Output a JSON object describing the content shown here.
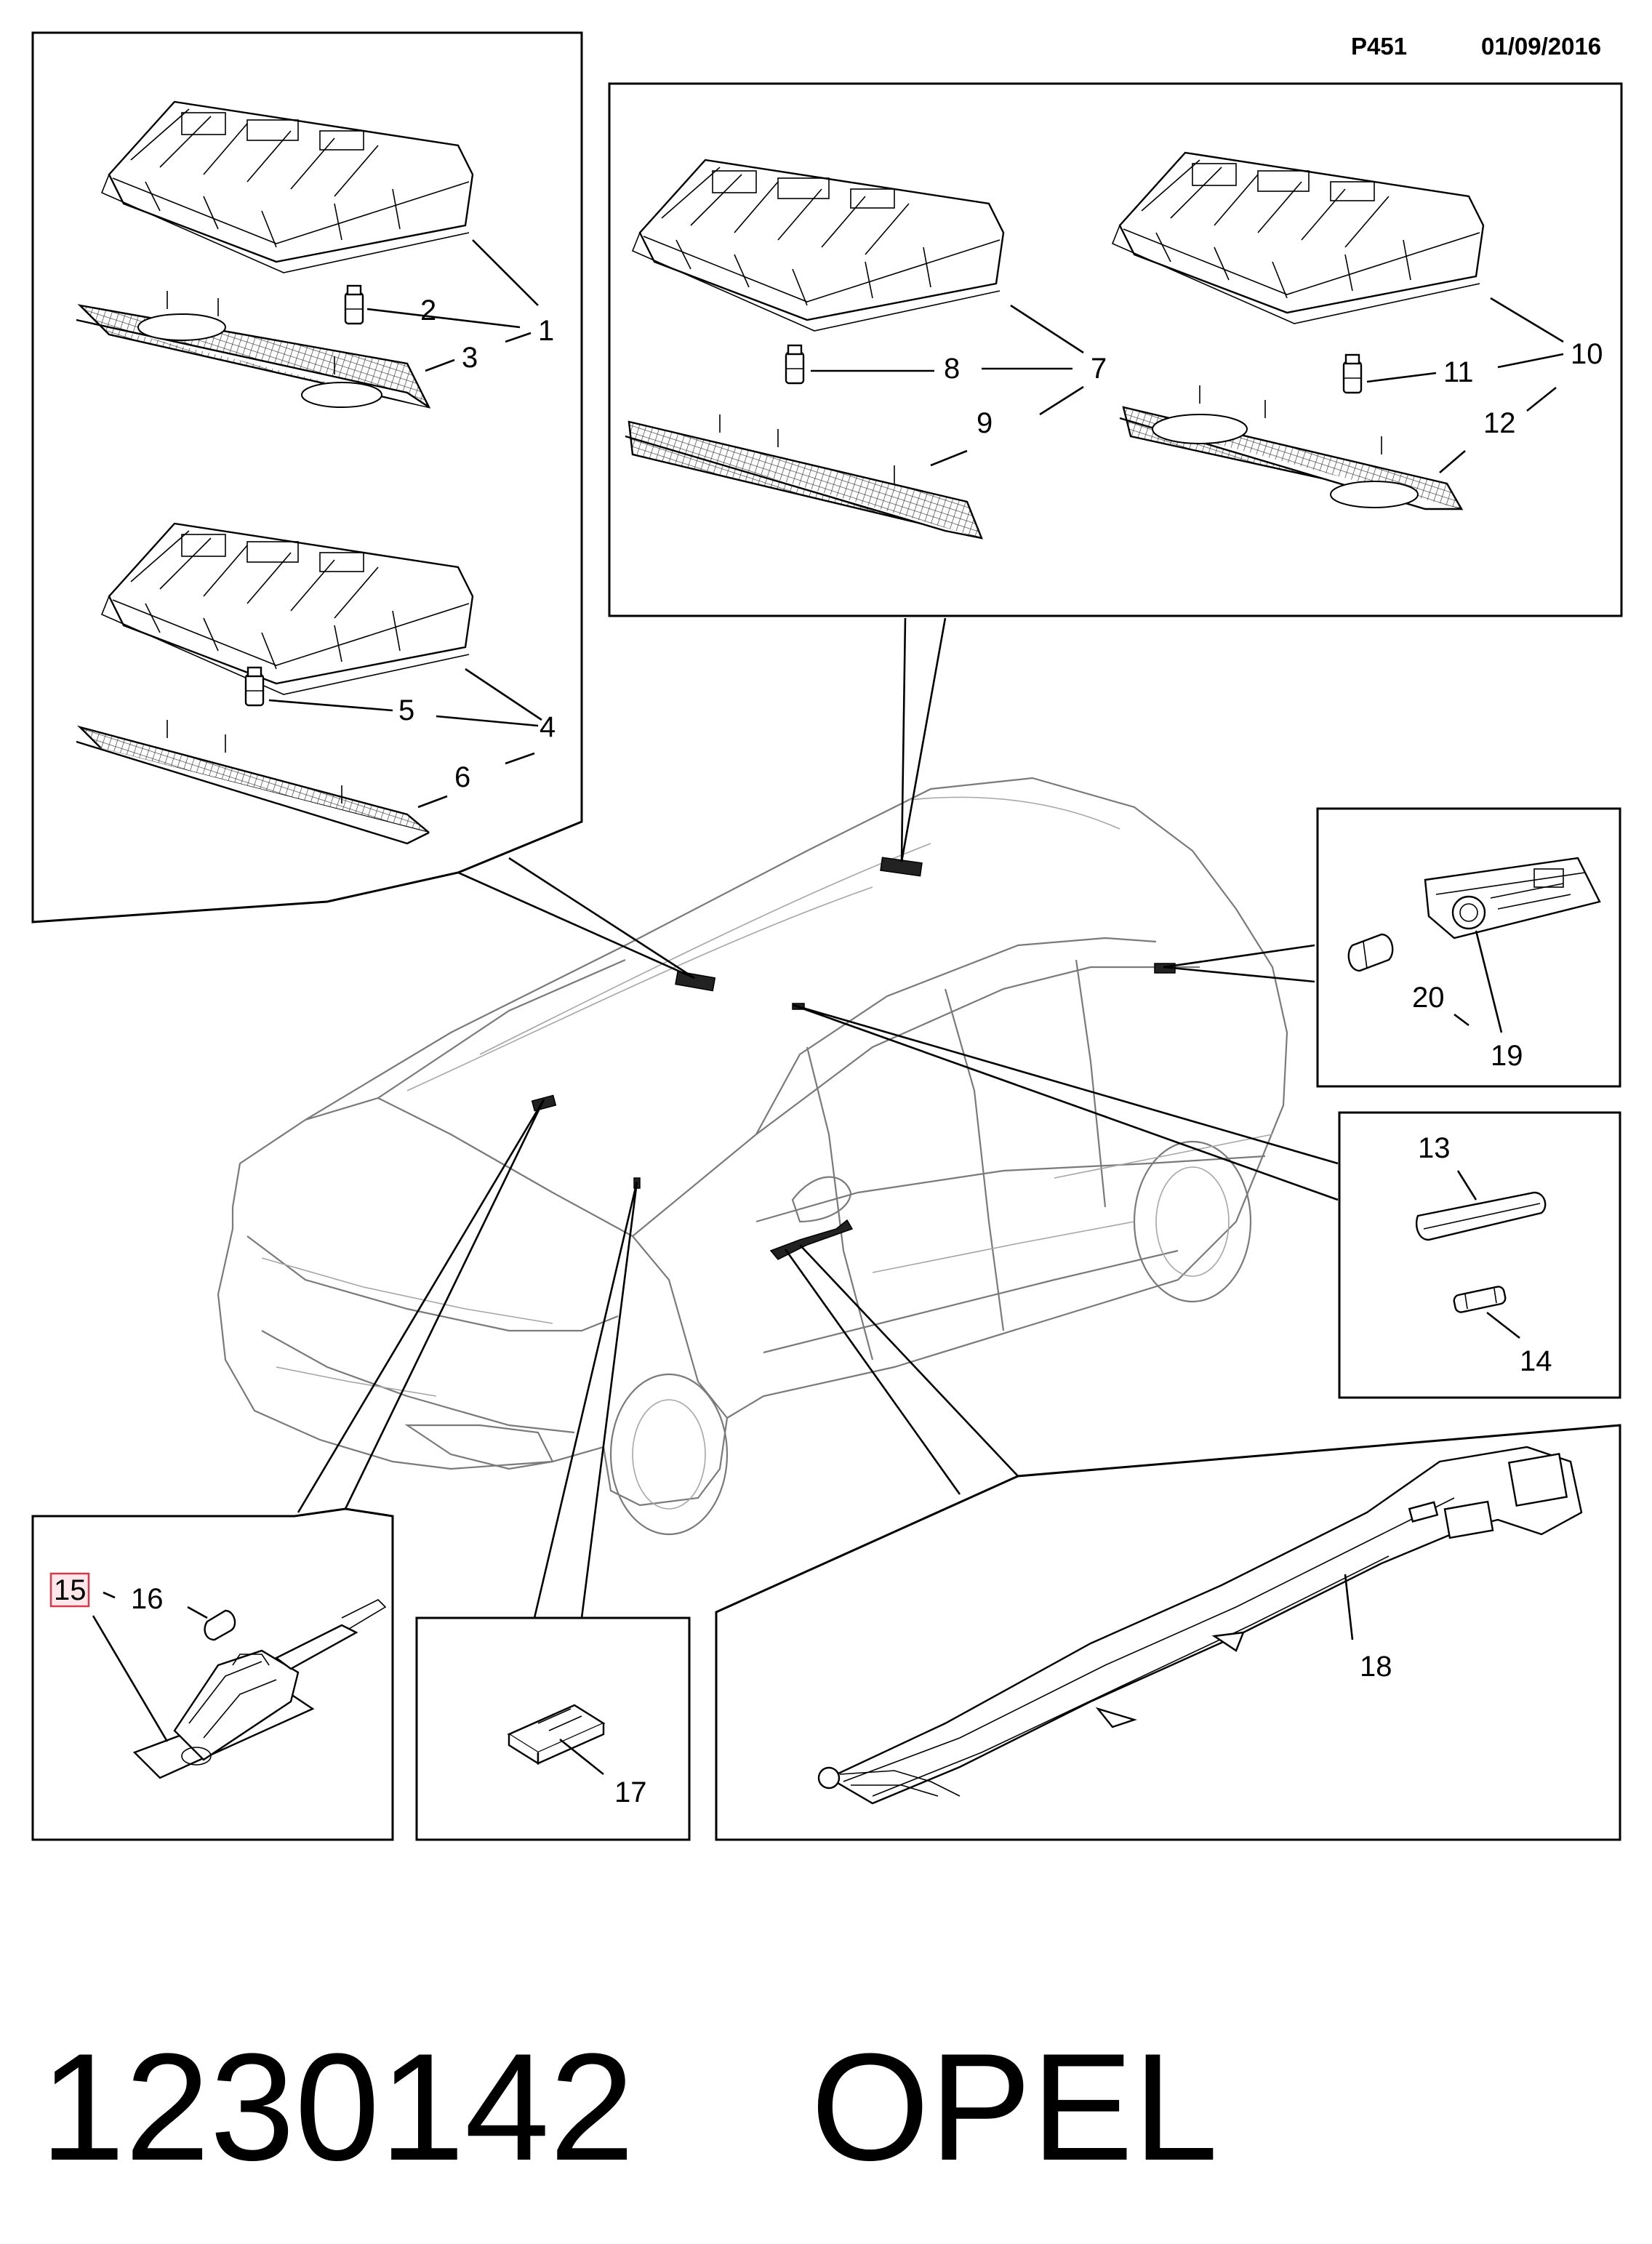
{
  "header": {
    "page_code": "P451",
    "date": "01/09/2016"
  },
  "footer": {
    "part_number": "1230142",
    "brand": "OPEL"
  },
  "callouts": [
    "1",
    "2",
    "3",
    "4",
    "5",
    "6",
    "7",
    "8",
    "9",
    "10",
    "11",
    "12",
    "13",
    "14",
    "15",
    "16",
    "17",
    "18",
    "19",
    "20"
  ],
  "highlighted_callout": "15"
}
